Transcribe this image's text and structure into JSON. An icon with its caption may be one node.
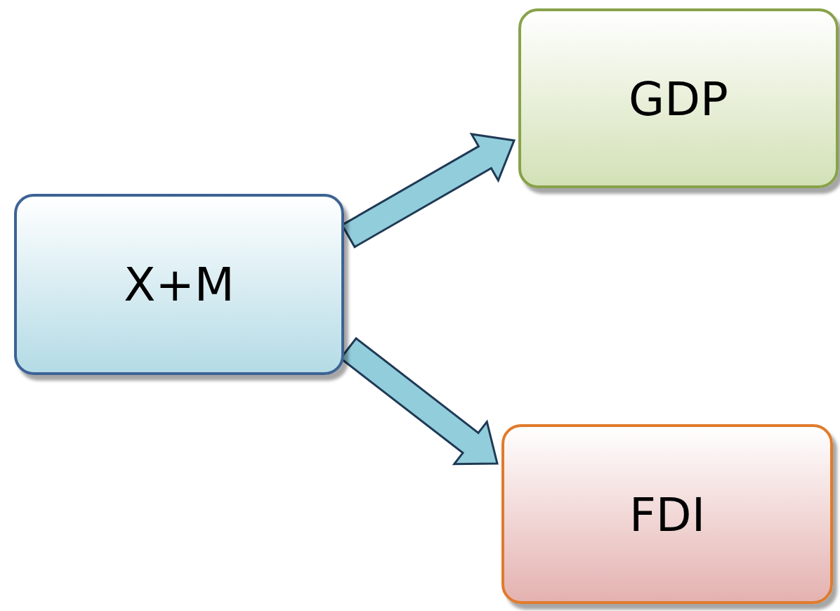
{
  "diagram": {
    "nodes": [
      {
        "text": [
          "X+M"
        ]
      },
      {
        "text": [
          "GDP"
        ]
      },
      {
        "text": [
          "FDI"
        ]
      }
    ],
    "edges": [
      {
        "from": 0,
        "to": 1,
        "arrow": "to"
      },
      {
        "from": 0,
        "to": 2,
        "arrow": "to"
      }
    ]
  }
}
